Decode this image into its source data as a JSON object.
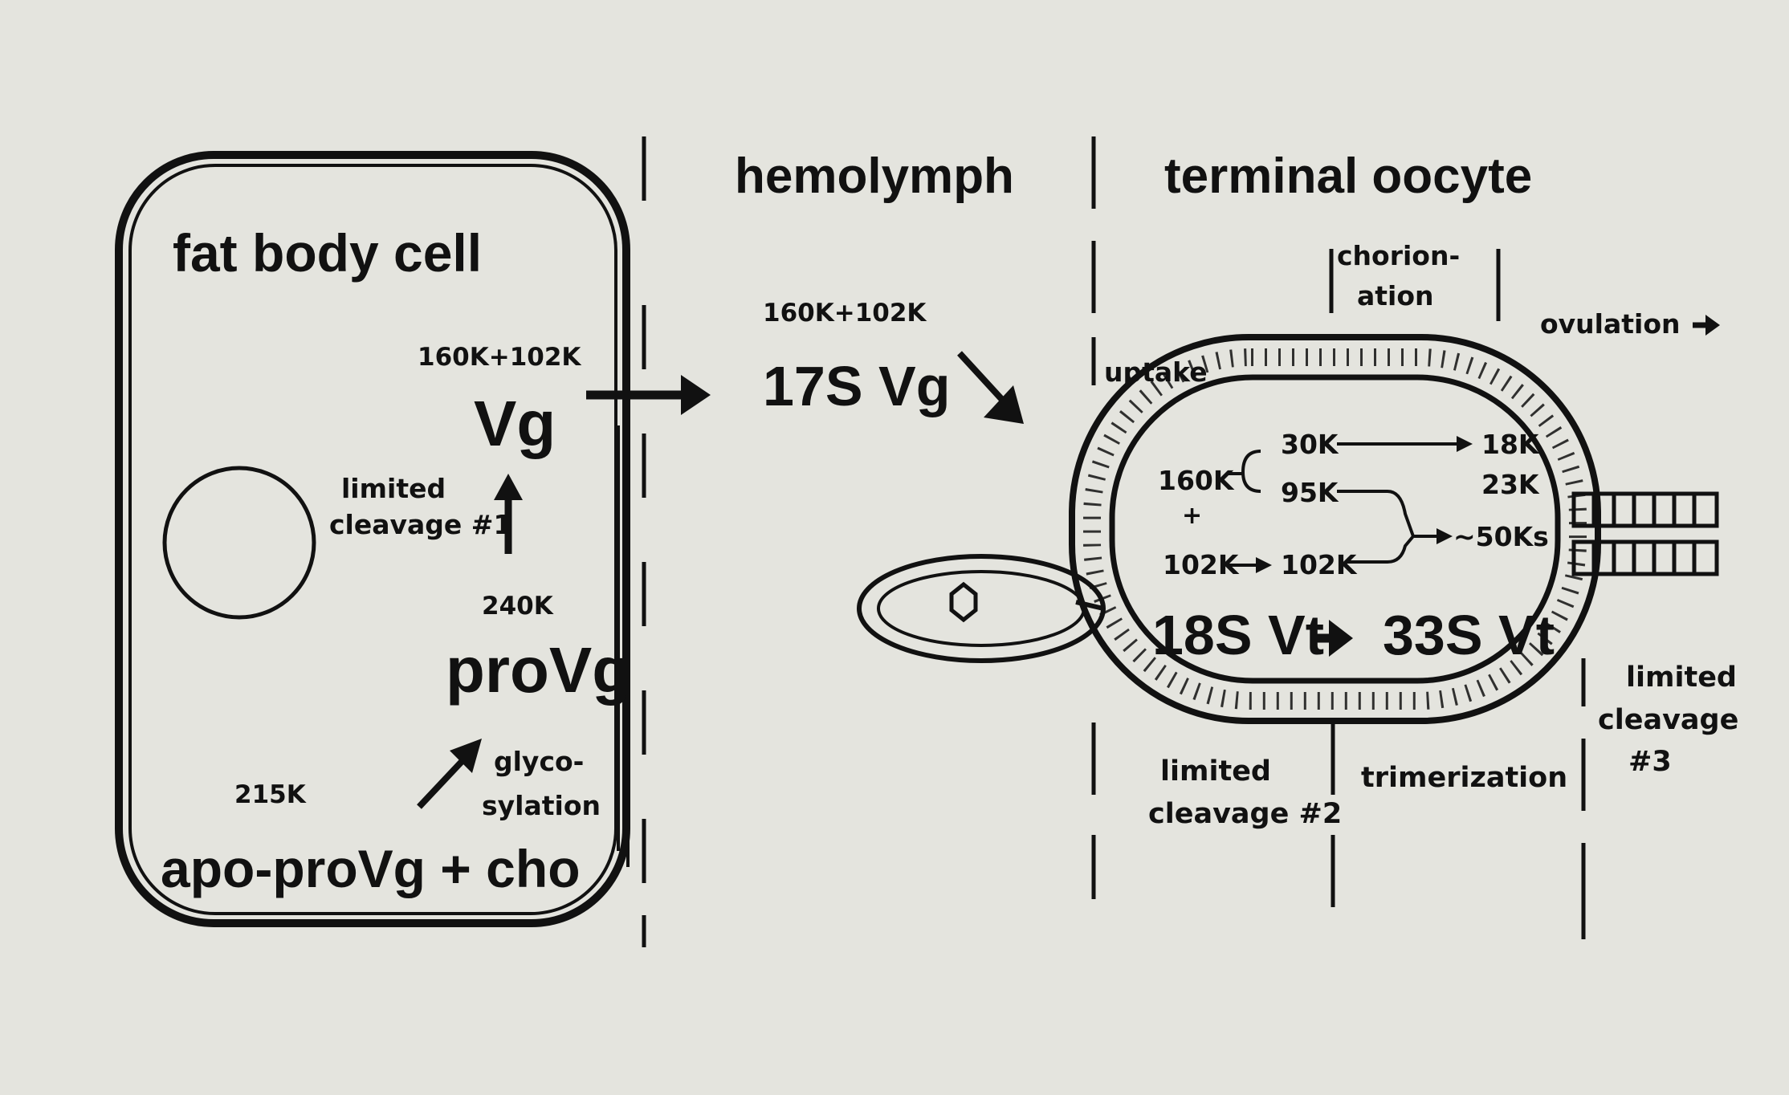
{
  "headers": {
    "hemolymph": "hemolymph",
    "terminal_oocyte": "terminal oocyte"
  },
  "fat_body": {
    "title": "fat body cell",
    "vg_weights": "160K+102K",
    "vg": "Vg",
    "limited_cleavage_1_line1": "limited",
    "limited_cleavage_1_line2": "cleavage #1",
    "provg_weight": "240K",
    "provg": "proVg",
    "glyco_line1": "glyco-",
    "glyco_line2": "sylation",
    "apo_weight": "215K",
    "apo": "apo-proVg + cho"
  },
  "hemolymph": {
    "weights": "160K+102K",
    "vg17s": "17S Vg"
  },
  "oocyte": {
    "uptake": "uptake",
    "chorion_line1": "chorion-",
    "chorion_line2": "ation",
    "ovulation": "ovulation",
    "p160": "160K",
    "plus": "+",
    "p102": "102K",
    "p30": "30K",
    "p95": "95K",
    "p102b": "102K",
    "p18": "18K",
    "p23": "23K",
    "p50": "~50Ks",
    "vt18": "18S Vt",
    "vt33": "33S Vt",
    "limited_cleavage_2_line1": "limited",
    "limited_cleavage_2_line2": "cleavage #2",
    "trimerization": "trimerization",
    "limited_cleavage_3_line1": "limited",
    "limited_cleavage_3_line2": "cleavage",
    "limited_cleavage_3_line3": "#3"
  }
}
